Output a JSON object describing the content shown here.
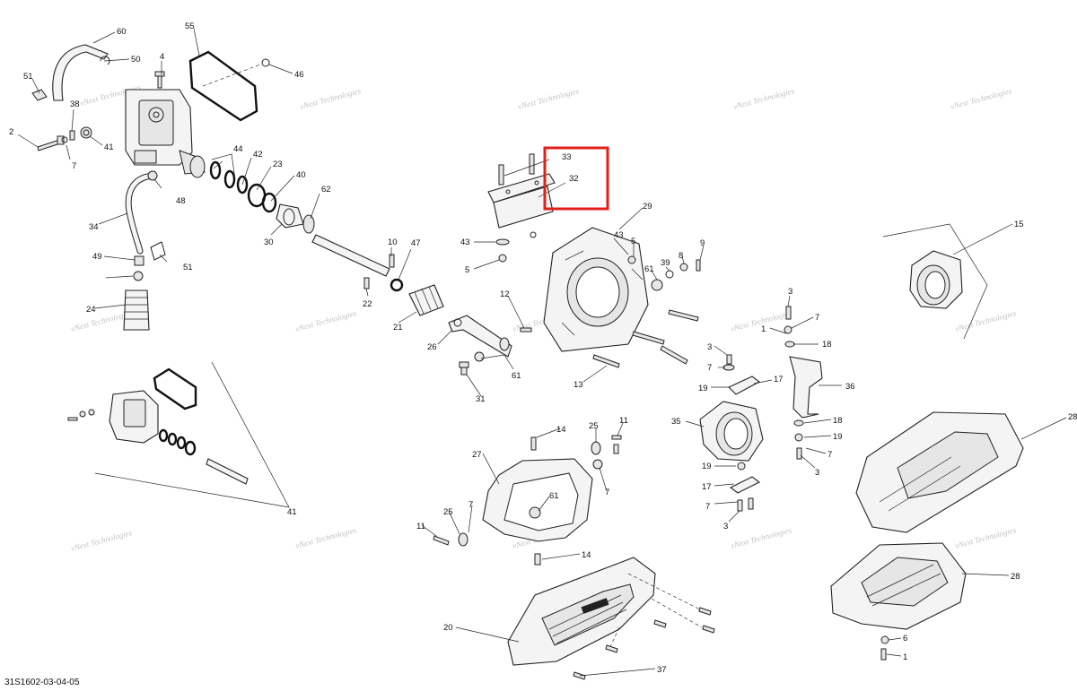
{
  "diagram_code": "31S1602-03-04-05",
  "watermark": {
    "line1": "vNext",
    "line2": "Technologies",
    "inline": "vNext Technologies"
  },
  "highlight_color": "#e0201b",
  "callouts": [
    "60",
    "50",
    "51",
    "4",
    "55",
    "46",
    "38",
    "2",
    "7",
    "41",
    "44",
    "42",
    "23",
    "40",
    "48",
    "34",
    "62",
    "30",
    "49",
    "51",
    "24",
    "10",
    "47",
    "22",
    "21",
    "33",
    "32",
    "43",
    "5",
    "29",
    "43",
    "5",
    "8",
    "9",
    "39",
    "61",
    "12",
    "26",
    "31",
    "61",
    "13",
    "3",
    "7",
    "1",
    "18",
    "3",
    "7",
    "19",
    "17",
    "36",
    "35",
    "18",
    "19",
    "7",
    "3",
    "15",
    "28",
    "19",
    "17",
    "7",
    "3",
    "14",
    "25",
    "11",
    "27",
    "7",
    "61",
    "25",
    "11",
    "14",
    "20",
    "37",
    "6",
    "1",
    "28",
    "41",
    "7"
  ]
}
